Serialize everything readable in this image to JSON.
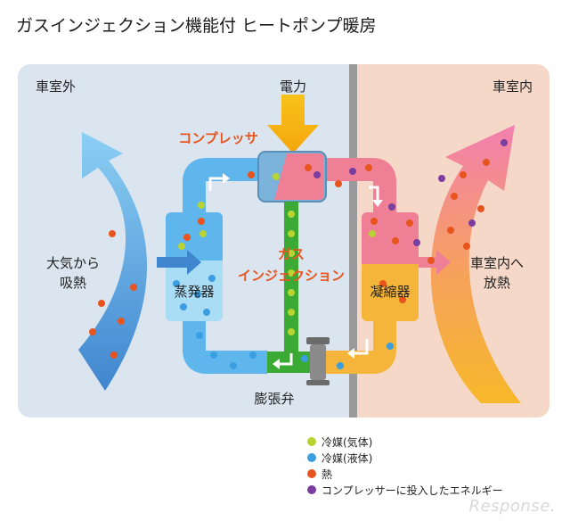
{
  "title": "ガスインジェクション機能付 ヒートポンプ暖房",
  "labels": {
    "outside": "車室外",
    "power": "電力",
    "inside": "車室内",
    "compressor": "コンプレッサ",
    "gas_line1": "ガス",
    "gas_line2": "インジェクション",
    "absorb_line1": "大気から",
    "absorb_line2": "吸熱",
    "evaporator": "蒸発器",
    "condenser": "凝縮器",
    "release_line1": "車室内へ",
    "release_line2": "放熱",
    "expansion_valve": "膨張弁"
  },
  "legend": [
    {
      "label": "冷媒(気体)",
      "color": "#b8d432"
    },
    {
      "label": "冷媒(液体)",
      "color": "#3a9ee0"
    },
    {
      "label": "熱",
      "color": "#e8541e"
    },
    {
      "label": "コンプレッサーに投入したエネルギー",
      "color": "#7a3ea0"
    }
  ],
  "watermark": "Response.",
  "colors": {
    "outside_bg": "#dbe5f0",
    "inside_bg": "#f6d8c8",
    "divider": "#9a9a9a",
    "blue_pipe": "#5fb6ec",
    "pink_pipe": "#ee7f94",
    "yellow_pipe": "#f5b53a",
    "green_pipe": "#3aaa35",
    "accent_orange": "#e8541e"
  }
}
